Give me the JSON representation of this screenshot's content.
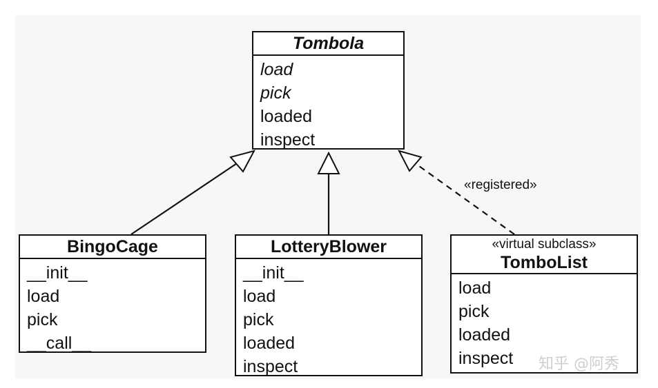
{
  "diagram": {
    "base": {
      "name": "Tombola",
      "members": [
        {
          "text": "load",
          "italic": true
        },
        {
          "text": "pick",
          "italic": true
        },
        {
          "text": "loaded",
          "italic": false
        },
        {
          "text": "inspect",
          "italic": false
        }
      ]
    },
    "subclasses": [
      {
        "name": "BingoCage",
        "members": [
          "__init__",
          "load",
          "pick",
          "__call__"
        ]
      },
      {
        "name": "LotteryBlower",
        "members": [
          "__init__",
          "load",
          "pick",
          "loaded",
          "inspect"
        ]
      },
      {
        "name": "TomboList",
        "stereotype": "«virtual subclass»",
        "members": [
          "load",
          "pick",
          "loaded",
          "inspect"
        ]
      }
    ],
    "registered_label": "«registered»"
  },
  "watermark": "知乎 @阿秀"
}
